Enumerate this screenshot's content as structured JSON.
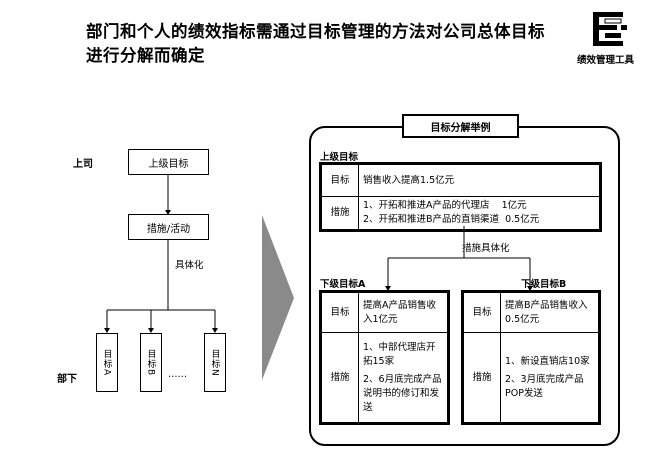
{
  "title": "部门和个人的绩效指标需通过目标管理的方法对公司总体目标进行分解而确定",
  "logo_text": "绩效管理工具",
  "left": {
    "top_side": "上司",
    "bottom_side": "部下",
    "box_top": "上级目标",
    "box_mid": "措施/活动",
    "specific": "具体化",
    "vboxes": [
      "目标A",
      "目标B",
      "目标N"
    ],
    "ellipsis": "……"
  },
  "right": {
    "heading": "目标分解举例",
    "upper_label": "上级目标",
    "upper": {
      "goal_label": "目标",
      "goal_value": "销售收入提高1.5亿元",
      "measure_label": "措施",
      "measures": [
        "1、开拓和推进A产品的代理店    1亿元",
        "2、开拓和推进B产品的直销渠道  0.5亿元"
      ]
    },
    "connector": "措施具体化",
    "lower_a": {
      "label": "下级目标A",
      "goal_label": "目标",
      "goal_value": "提高A产品销售收入1亿元",
      "measure_label": "措施",
      "measures": [
        "1、中部代理店开拓15家",
        "2、6月底完成产品说明书的修订和发送"
      ]
    },
    "lower_b": {
      "label": "下级目标B",
      "goal_label": "目标",
      "goal_value": "提高B产品销售收入0.5亿元",
      "measure_label": "措施",
      "measures": [
        "1、新设直销店10家",
        "2、3月底完成产品POP发送"
      ]
    }
  }
}
